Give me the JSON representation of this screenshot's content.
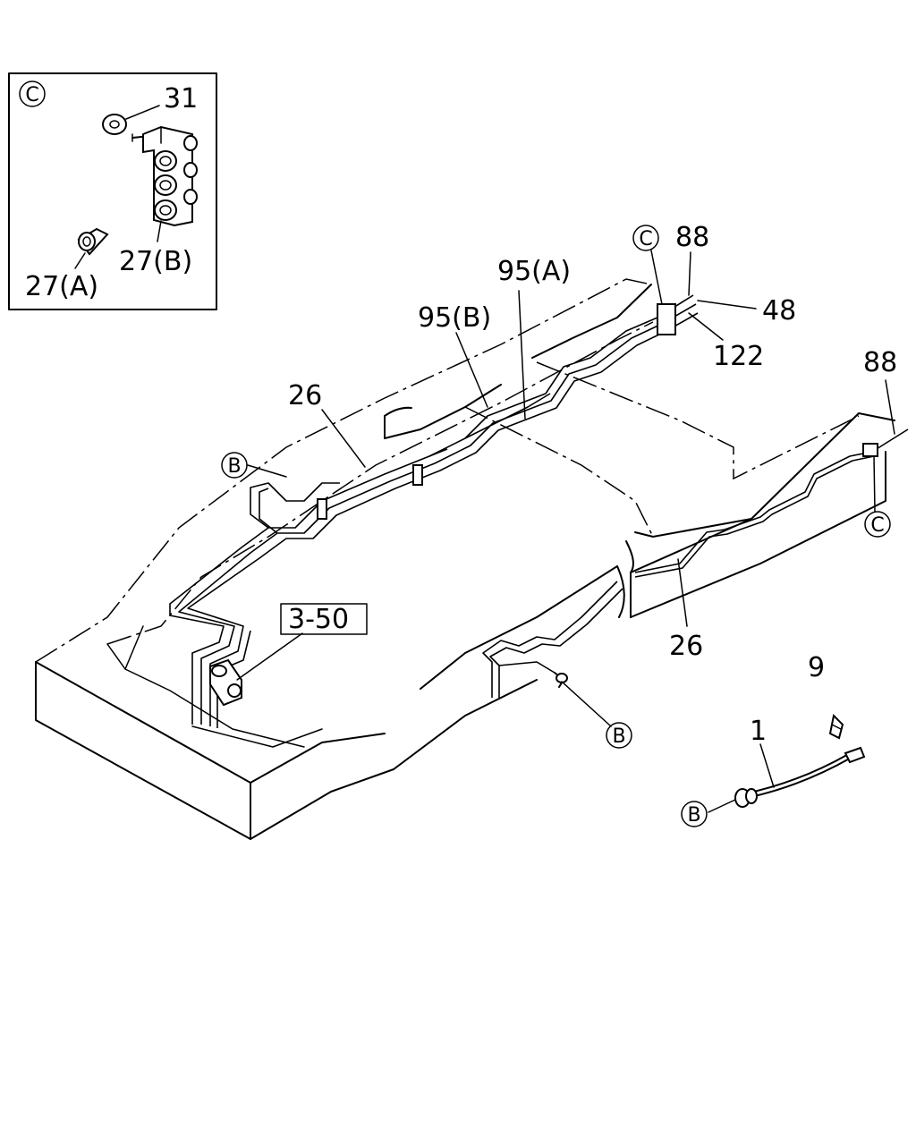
{
  "inset": {
    "marker": "C",
    "labels": {
      "nut": "31",
      "spacer": "27(A)",
      "clip": "27(B)"
    }
  },
  "callouts": {
    "c1": "C",
    "c2": "C",
    "b1": "B",
    "b2": "B",
    "b3": "B"
  },
  "labels": {
    "l88a": "88",
    "l88b": "88",
    "l48": "48",
    "l122": "122",
    "l95a": "95(A)",
    "l95b": "95(B)",
    "l26a": "26",
    "l26b": "26",
    "l9": "9",
    "l1": "1",
    "ref": "3-50"
  }
}
